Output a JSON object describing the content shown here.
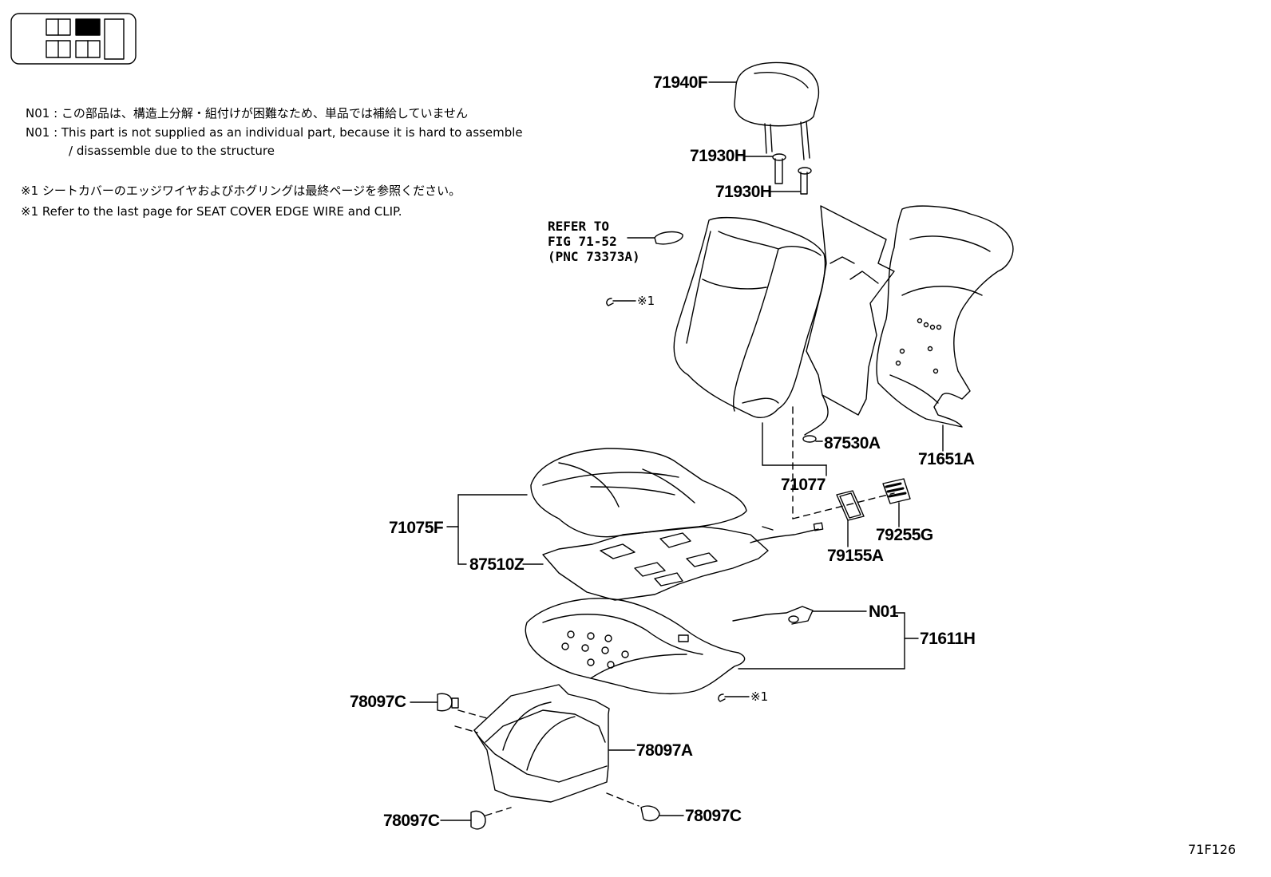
{
  "notes": {
    "n01_ja": "N01 : この部品は、構造上分解・組付けが困難なため、単品では補給していません",
    "n01_en_line1": "N01 : This part is not supplied as an individual part, because it is hard to assemble",
    "n01_en_line2": "/ disassemble due to the structure",
    "ref1_ja": "※1  シートカバーのエッジワイヤおよびホグリングは最終ページを参照ください。",
    "ref1_en": "※1  Refer to the last page for SEAT COVER EDGE WIRE and CLIP."
  },
  "refer_to": {
    "line1": "REFER TO",
    "line2": "FIG 71-52",
    "line3": "(PNC 73373A)"
  },
  "ref_mark": "※1",
  "parts": {
    "p71940F": "71940F",
    "p71930H_a": "71930H",
    "p71930H_b": "71930H",
    "p87530A": "87530A",
    "p71651A": "71651A",
    "p71077": "71077",
    "p71075F": "71075F",
    "p87510Z": "87510Z",
    "p79255G": "79255G",
    "p79155A": "79155A",
    "pN01": "N01",
    "p71611H": "71611H",
    "p78097C_a": "78097C",
    "p78097A": "78097A",
    "p78097C_b": "78097C",
    "p78097C_c": "78097C"
  },
  "figure_id": "71F126"
}
